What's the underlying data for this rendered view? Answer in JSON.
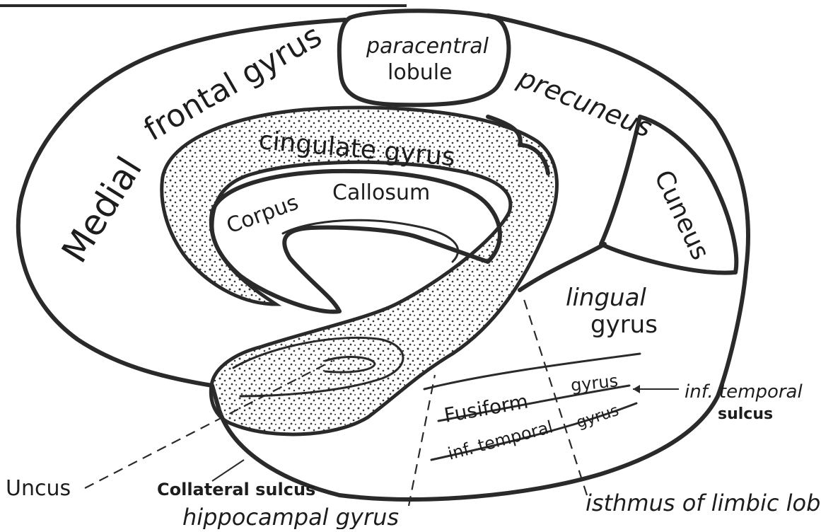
{
  "diagram": {
    "regions": {
      "medial": "Medial",
      "frontal_gyrus": "frontal gyrus",
      "paracentral_1": "paracentral",
      "paracentral_2": "lobule",
      "precuneus": "precuneus",
      "cingulate": "cingulate gyrus",
      "corpus": "Corpus",
      "callosum": "Callosum",
      "cuneus": "Cuneus",
      "lingual_1": "lingual",
      "lingual_2": "gyrus",
      "gyrus_upper": "gyrus",
      "fusiform": "Fusiform",
      "gyrus_lower": "gyrus",
      "inf_temporal_inner": "inf. temporal"
    },
    "callouts": {
      "inf_temporal_sulcus_1": "inf. temporal",
      "inf_temporal_sulcus_2": "sulcus",
      "uncus": "Uncus",
      "collateral_sulcus": "Collateral sulcus",
      "hippocampal_gyrus": "hippocampal gyrus",
      "isthmus": "isthmus of limbic lobe"
    },
    "colors": {
      "ink": "#2a2a2a",
      "paper": "#ffffff"
    }
  }
}
